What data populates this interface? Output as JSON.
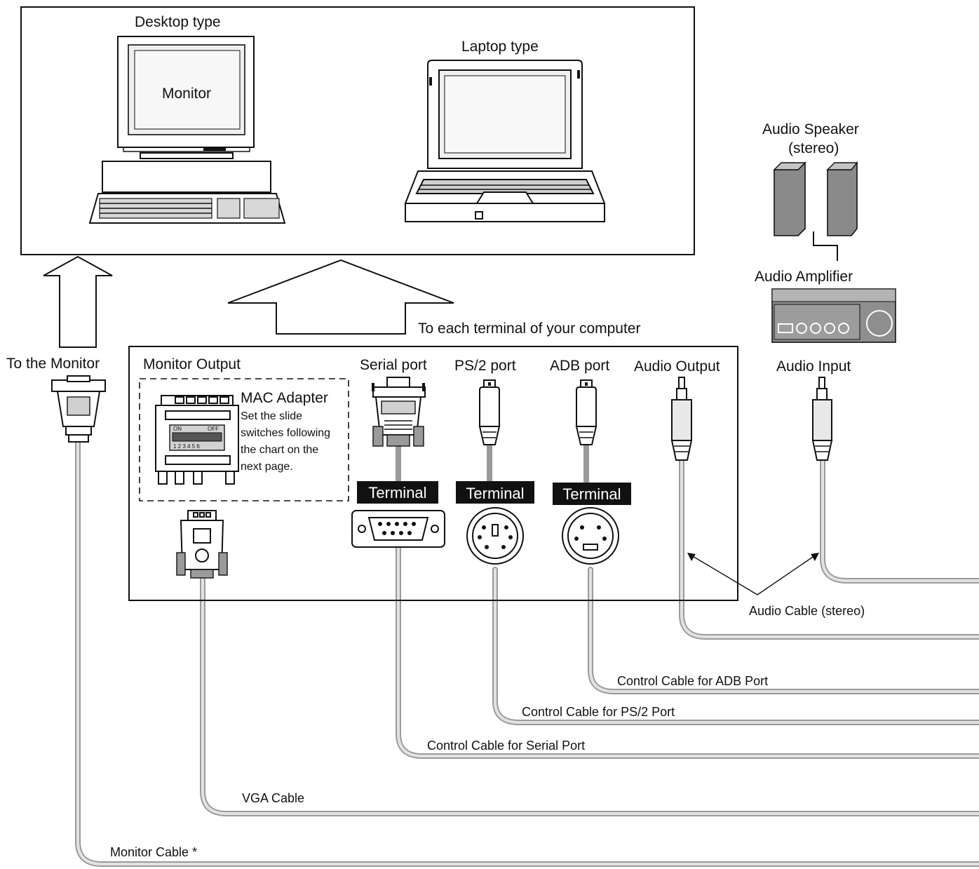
{
  "computers": {
    "desktop_label": "Desktop type",
    "monitor_label": "Monitor",
    "laptop_label": "Laptop type"
  },
  "arrows": {
    "to_monitor": "To the Monitor",
    "to_terminal": "To each terminal of your computer"
  },
  "audio": {
    "speaker_label": "Audio Speaker",
    "speaker_sub": "(stereo)",
    "amplifier_label": "Audio Amplifier",
    "input_label": "Audio Input",
    "cable_label": "Audio Cable (stereo)"
  },
  "panel": {
    "monitor_output": "Monitor Output",
    "serial_port": "Serial port",
    "ps2_port": "PS/2 port",
    "adb_port": "ADB port",
    "audio_output": "Audio Output",
    "terminal_label": "Terminal",
    "mac_adapter": {
      "title": "MAC Adapter",
      "line1": "Set the slide",
      "line2": "switches following",
      "line3": "the chart on the",
      "line4": "next page.",
      "switch_on": "ON",
      "switch_off": "OFF",
      "switch_numbers": "1 2 3 4 5 6"
    }
  },
  "cables": {
    "adb": "Control Cable for ADB Port",
    "ps2": "Control Cable for PS/2 Port",
    "serial": "Control Cable for Serial Port",
    "vga": "VGA Cable",
    "monitor": "Monitor Cable *"
  }
}
